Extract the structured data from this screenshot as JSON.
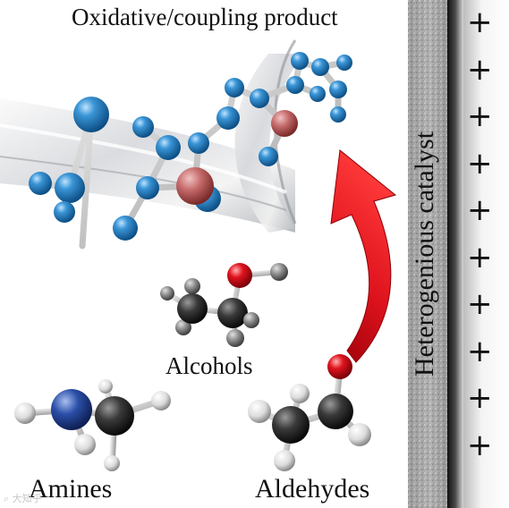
{
  "title": "Oxidative/coupling product",
  "side_label": "Heterogenious catalyst",
  "molecules": {
    "alcohols": "Alcohols",
    "amines": "Amines",
    "aldehydes": "Aldehydes"
  },
  "charge_symbols": [
    "+",
    "+",
    "+",
    "+",
    "+",
    "+",
    "+",
    "+",
    "+",
    "+"
  ],
  "watermark": "⌕ 大知乎",
  "colors": {
    "arrow": "#e0141e",
    "product_atom": "#1a6fb0",
    "oxygen": "#d8101a",
    "nitrogen": "#2b4fa8",
    "carbon": "#3a3a3a",
    "hydrogen": "#e8e8e8",
    "catalyst_dark": "#1a1a1a"
  }
}
